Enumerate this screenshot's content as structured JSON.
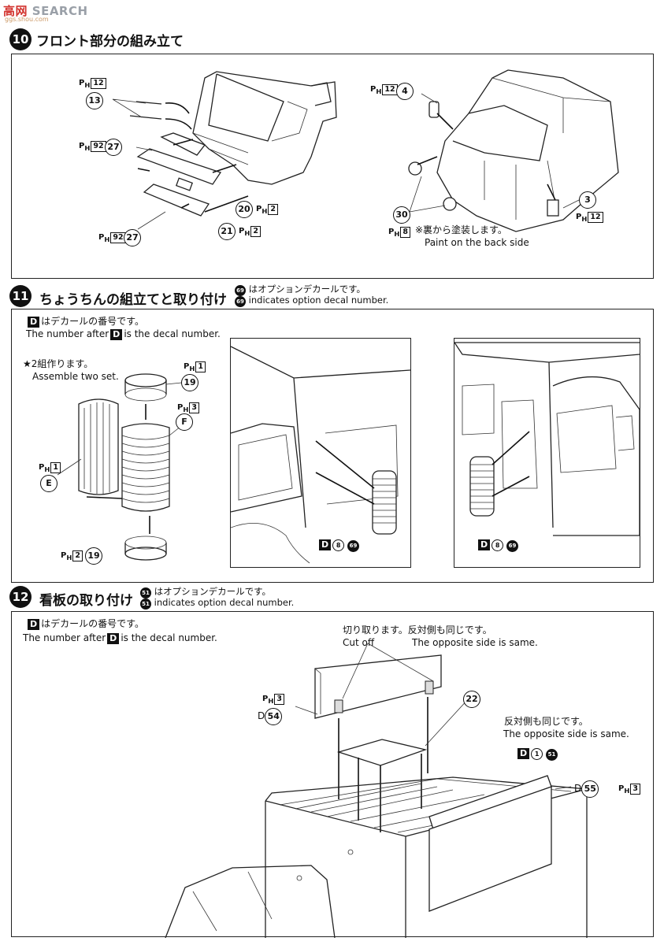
{
  "watermark": {
    "brand_prefix": "高",
    "brand_mid": "网",
    "search_label": "SEARCH",
    "domain": "ggs.shou.com"
  },
  "step10": {
    "number": "10",
    "title": "フロント部分の組み立て",
    "note_jp": "※裏から塗装します。",
    "note_en": "Paint on the back side",
    "labels": {
      "p13": "13",
      "p27a": "27",
      "p27b": "27",
      "p20": "20",
      "p21": "21",
      "p4": "4",
      "p3": "3",
      "p30": "30"
    },
    "ph": {
      "a": "12",
      "b": "92",
      "c": "2",
      "d": "2",
      "e": "92",
      "f": "12",
      "g": "12",
      "h": "8"
    }
  },
  "step11": {
    "number": "11",
    "title": "ちょうちんの組立てと取り付け",
    "option_jp": "はオプションデカールです。",
    "option_en": "indicates option decal number.",
    "option_num": "69",
    "decal_jp": "はデカールの番号です。",
    "decal_en_pre": "The number after",
    "decal_en_post": "is the decal number.",
    "assemble_jp": "★2組作ります。",
    "assemble_en": "Assemble two set.",
    "labels": {
      "p19a": "19",
      "pF": "F",
      "pE": "E",
      "p19b": "19",
      "dec1": "8",
      "dec2": "69"
    },
    "ph": {
      "a": "1",
      "b": "3",
      "c": "1",
      "d": "2"
    }
  },
  "step12": {
    "number": "12",
    "title": "看板の取り付け",
    "option_jp": "はオプションデカールです。",
    "option_en": "indicates option decal number.",
    "option_num": "51",
    "decal_jp": "はデカールの番号です。",
    "decal_en_pre": "The number after",
    "decal_en_post": "is the decal number.",
    "cut_jp": "切り取ります。反対側も同じです。",
    "cut_en": "Cut off",
    "opp_en": "The opposite side is same.",
    "opp_jp2": "反対側も同じです。",
    "opp_en2": "The opposite side is same.",
    "labels": {
      "p22": "22",
      "p54": "54",
      "p55": "55",
      "d1": "1",
      "d51": "51"
    },
    "ph": {
      "a": "3",
      "b": "3"
    },
    "d_letter": "D"
  },
  "common": {
    "d_box": "D",
    "ph_p": "P",
    "ph_h": "H"
  }
}
